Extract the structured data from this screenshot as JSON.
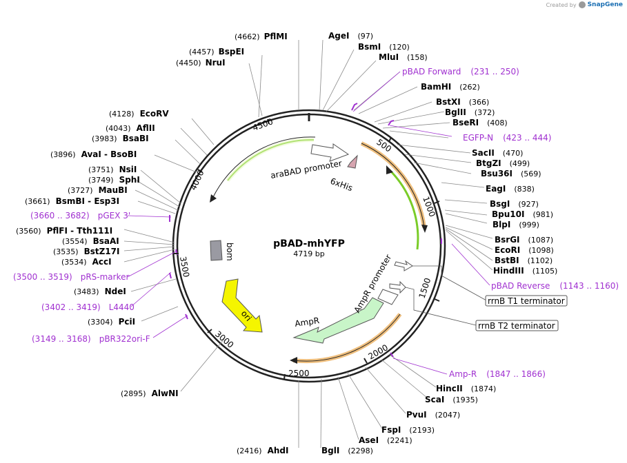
{
  "header": {
    "credit_prefix": "Created by",
    "brand": "SnapGene"
  },
  "plasmid": {
    "name": "pBAD-mhYFP",
    "length": "4719 bp"
  },
  "ticks": [
    "500",
    "1000",
    "1500",
    "2000",
    "2500",
    "3000",
    "3500",
    "4000",
    "4500"
  ],
  "features": {
    "araBAD": "araBAD promoter",
    "his": "6xHis",
    "bom": "bom",
    "ampr_promoter": "AmpR promoter",
    "ampr": "AmpR",
    "ori": "ori"
  },
  "boxes": {
    "t1": "rrnB T1 terminator",
    "t2": "rrnB T2 terminator"
  },
  "enzymes": [
    {
      "pos": "(4662)",
      "name": "PflMI"
    },
    {
      "pos": "(97)",
      "name": "AgeI"
    },
    {
      "pos": "(120)",
      "name": "BsmI"
    },
    {
      "pos": "(158)",
      "name": "MluI"
    },
    {
      "pos": "(4457)",
      "name": "BspEI"
    },
    {
      "pos": "(4450)",
      "name": "NruI"
    },
    {
      "pos": "(262)",
      "name": "BamHI"
    },
    {
      "pos": "(366)",
      "name": "BstXI"
    },
    {
      "pos": "(372)",
      "name": "BglII"
    },
    {
      "pos": "(408)",
      "name": "BseRI"
    },
    {
      "pos": "(4128)",
      "name": "EcoRV"
    },
    {
      "pos": "(4043)",
      "name": "AflII"
    },
    {
      "pos": "(3983)",
      "name": "BsaBI"
    },
    {
      "pos": "(3896)",
      "name": "AvaI  - BsoBI"
    },
    {
      "pos": "(470)",
      "name": "SacII"
    },
    {
      "pos": "(499)",
      "name": "BtgZI"
    },
    {
      "pos": "(569)",
      "name": "Bsu36I"
    },
    {
      "pos": "(3751)",
      "name": "NsiI"
    },
    {
      "pos": "(3749)",
      "name": "SphI"
    },
    {
      "pos": "(3727)",
      "name": "MauBI"
    },
    {
      "pos": "(3661)",
      "name": "BsmBI  - Esp3I"
    },
    {
      "pos": "(838)",
      "name": "EagI"
    },
    {
      "pos": "(927)",
      "name": "BsgI"
    },
    {
      "pos": "(981)",
      "name": "Bpu10I"
    },
    {
      "pos": "(999)",
      "name": "BlpI"
    },
    {
      "pos": "(3560)",
      "name": "PflFI  - Tth111I"
    },
    {
      "pos": "(3554)",
      "name": "BsaAI"
    },
    {
      "pos": "(3535)",
      "name": "BstZ17I"
    },
    {
      "pos": "(3534)",
      "name": "AccI"
    },
    {
      "pos": "(1087)",
      "name": "BsrGI"
    },
    {
      "pos": "(1098)",
      "name": "EcoRI"
    },
    {
      "pos": "(1102)",
      "name": "BstBI"
    },
    {
      "pos": "(1105)",
      "name": "HindIII"
    },
    {
      "pos": "(3483)",
      "name": "NdeI"
    },
    {
      "pos": "(3304)",
      "name": "PciI"
    },
    {
      "pos": "(1874)",
      "name": "HincII"
    },
    {
      "pos": "(1935)",
      "name": "ScaI"
    },
    {
      "pos": "(2047)",
      "name": "PvuI"
    },
    {
      "pos": "(2193)",
      "name": "FspI"
    },
    {
      "pos": "(2241)",
      "name": "AseI"
    },
    {
      "pos": "(2895)",
      "name": "AlwNI"
    },
    {
      "pos": "(2416)",
      "name": "AhdI"
    },
    {
      "pos": "(2298)",
      "name": "BglI"
    }
  ],
  "primers": [
    {
      "name": "pBAD Forward",
      "range": "(231 .. 250)"
    },
    {
      "name": "EGFP-N",
      "range": "(423 .. 444)"
    },
    {
      "name": "pGEX 3'",
      "range": "(3660 .. 3682)"
    },
    {
      "name": "pRS-marker",
      "range": "(3500 .. 3519)"
    },
    {
      "name": "L4440",
      "range": "(3402 .. 3419)"
    },
    {
      "name": "pBR322ori-F",
      "range": "(3149 .. 3168)"
    },
    {
      "name": "pBAD Reverse",
      "range": "(1143 .. 1160)"
    },
    {
      "name": "Amp-R",
      "range": "(1847 .. 1866)"
    }
  ],
  "colors": {
    "backbone": "#222222",
    "primer": "#a030d0",
    "cds_green": "#7acc28",
    "cds_orange": "#e28a14",
    "ampr_fill": "#c8f5c8",
    "ori_fill": "#f5f500",
    "bom_fill": "#9a9aa2",
    "his_fill": "#d6a5b0"
  }
}
